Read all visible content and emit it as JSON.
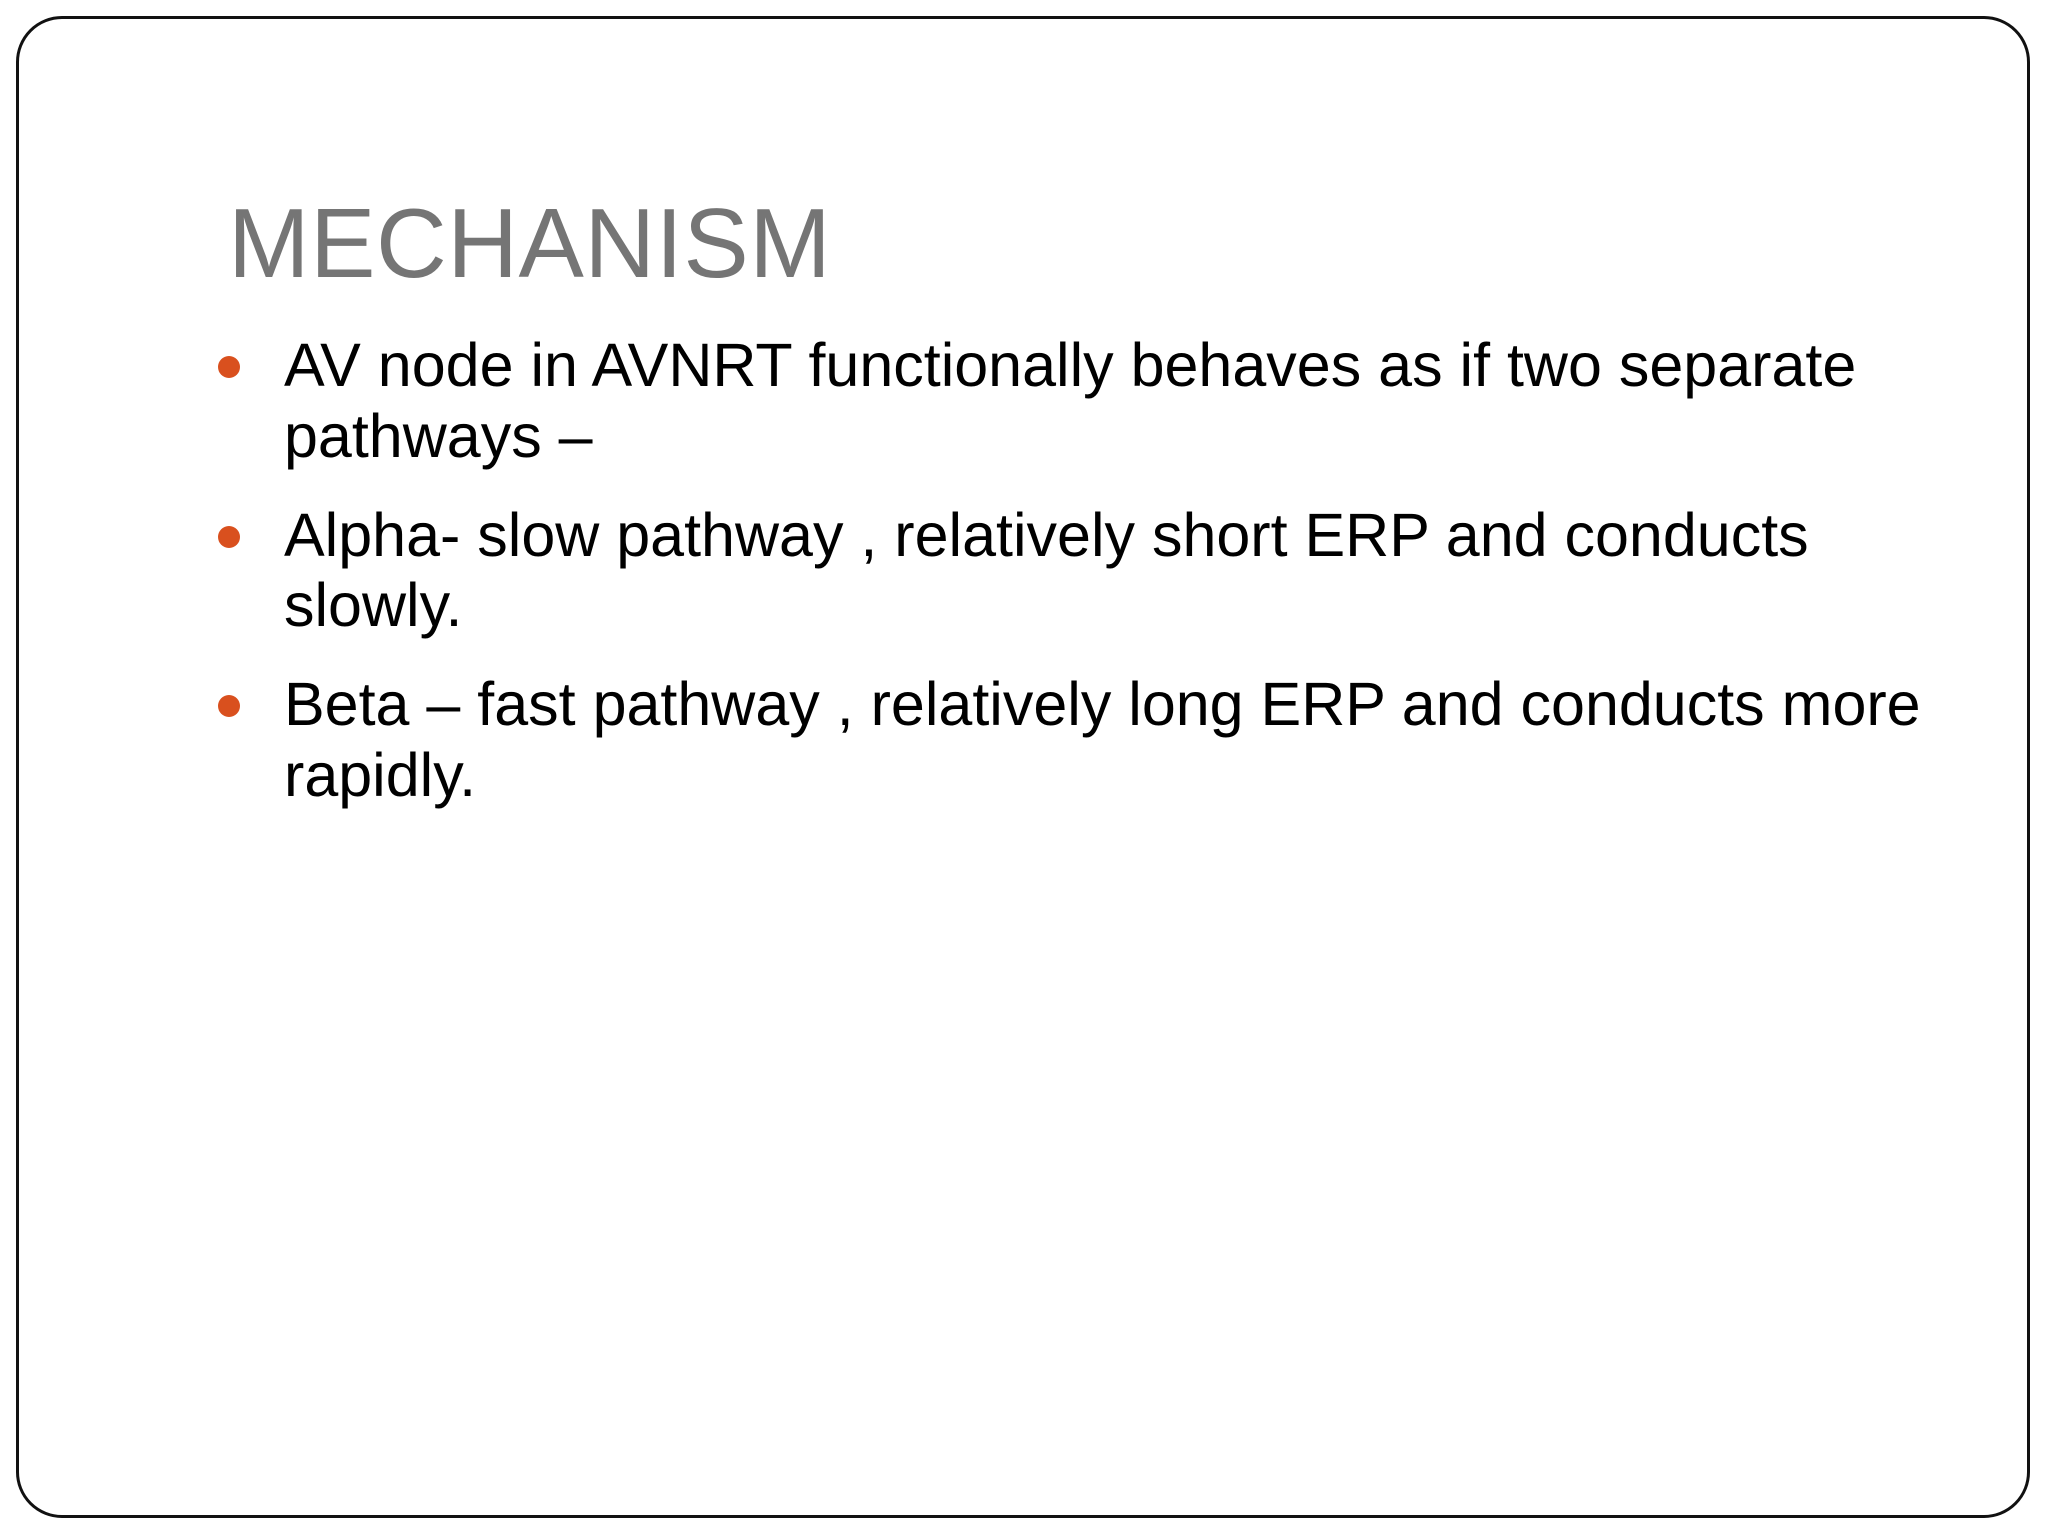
{
  "slide": {
    "title": "MECHANISM",
    "title_color": "#757575",
    "background_color": "#FFFFFF",
    "border_color": "#111111",
    "bullet_color": "#D9501E",
    "text_color": "#000000",
    "bullets": [
      {
        "marker": "bullet-dot-icon",
        "text": "AV node in AVNRT functionally behaves as if two separate pathways –"
      },
      {
        "marker": "bullet-dot-icon",
        "text": "Alpha- slow pathway , relatively short ERP and conducts slowly."
      },
      {
        "marker": "bullet-dot-icon",
        "text": "Beta – fast pathway , relatively long ERP and conducts more rapidly."
      }
    ]
  }
}
